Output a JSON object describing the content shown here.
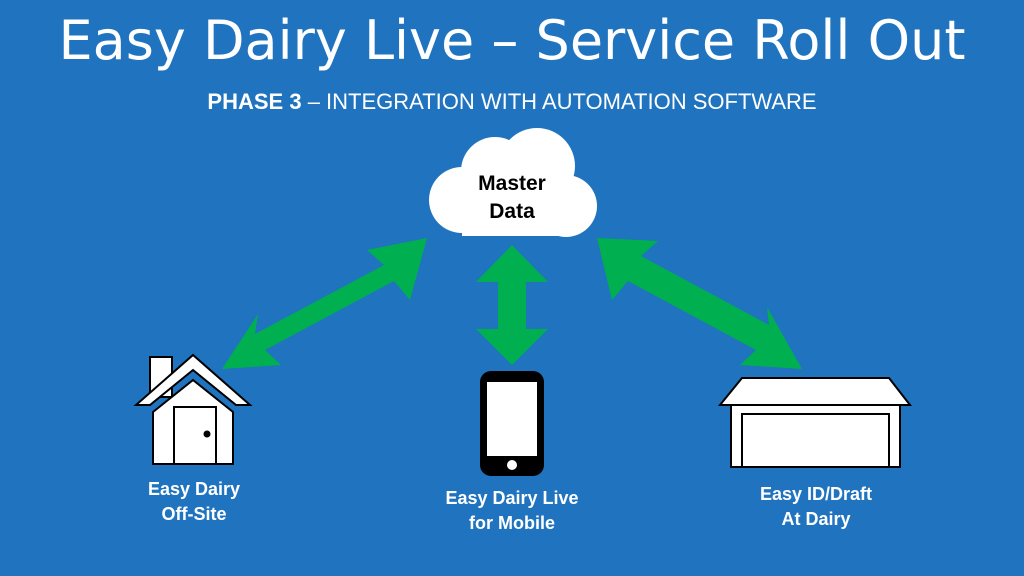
{
  "title": "Easy Dairy Live – Service Roll Out",
  "subtitle": {
    "bold": "PHASE 3",
    "rest": " – INTEGRATION WITH AUTOMATION SOFTWARE"
  },
  "cloud": {
    "line1": "Master",
    "line2": "Data"
  },
  "nodes": {
    "offsite": {
      "line1": "Easy Dairy",
      "line2": "Off-Site",
      "icon": "house-icon"
    },
    "mobile": {
      "line1": "Easy Dairy Live",
      "line2": "for Mobile",
      "icon": "smartphone-icon"
    },
    "dairy": {
      "line1": "Easy ID/Draft",
      "line2": "At Dairy",
      "icon": "garage-icon"
    }
  },
  "colors": {
    "background": "#1F73BF",
    "arrow": "#00B050",
    "icon_fill": "#FFFFFF",
    "outline": "#000000"
  }
}
